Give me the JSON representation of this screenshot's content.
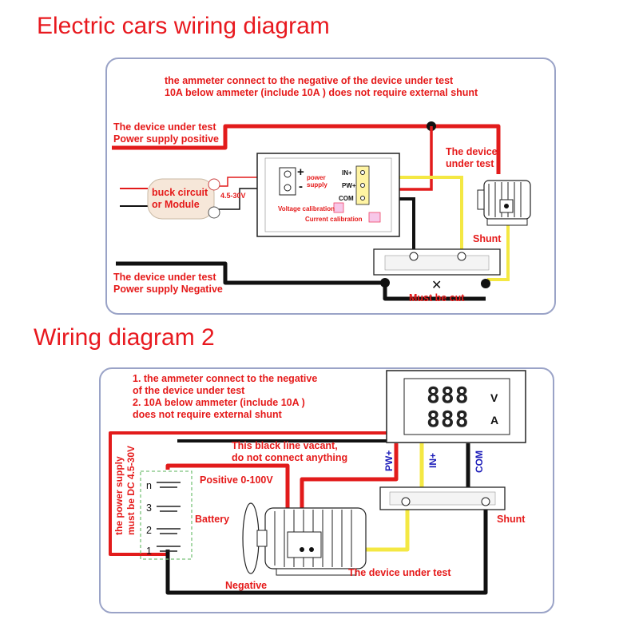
{
  "diagram1": {
    "title": "Electric cars wiring diagram",
    "note_line1": "the ammeter connect to the negative of the device under test",
    "note_line2": "10A below ammeter (include 10A ) does not require external shunt",
    "positive_line1": "The device under test",
    "positive_line2": "Power supply positive",
    "negative_line1": "The device under test",
    "negative_line2": "Power supply Negative",
    "device_line1": "The device",
    "device_line2": "under test",
    "buck_line1": "buck circuit",
    "buck_line2": "or Module",
    "voltage_range": "4.5-30V",
    "power_supply_line1": "power",
    "power_supply_line2": "supply",
    "terminal_in": "IN+",
    "terminal_pw": "PW+",
    "terminal_com": "COM",
    "voltage_calibration": "Voltage calibration",
    "current_calibration": "Current calibration",
    "shunt": "Shunt",
    "must_be_cut": "Must be cut",
    "plus_sign": "+",
    "minus_sign": "-"
  },
  "diagram2": {
    "title": "Wiring diagram 2",
    "note_line1": "1. the ammeter connect to the negative",
    "note_line2": "of the device under test",
    "note_line3": "2. 10A below ammeter (include 10A )",
    "note_line4": "does not require external shunt",
    "black_line_note1": "This black line vacant,",
    "black_line_note2": "do not connect anything",
    "positive_range": "Positive 0-100V",
    "battery": "Battery",
    "power_supply_vertical1": "the power supply",
    "power_supply_vertical2": "must be DC 4.5-30V",
    "terminal_pw": "PW+",
    "terminal_in": "IN+",
    "terminal_com": "COM",
    "unit_v": "V",
    "unit_a": "A",
    "display_top": "888",
    "display_bottom": "888",
    "shunt": "Shunt",
    "device_under_test": "The device under test",
    "negative": "Negative",
    "cell_n": "n",
    "cell_3": "3",
    "cell_2": "2",
    "cell_1": "1"
  },
  "colors": {
    "title_red": "#e8191f",
    "label_red": "#e51a1a",
    "wire_red": "#e21b1b",
    "wire_yellow": "#f4e843",
    "wire_black": "#111111",
    "panel_border": "#9aa3c7",
    "terminal_blue": "#1a1ab8"
  }
}
